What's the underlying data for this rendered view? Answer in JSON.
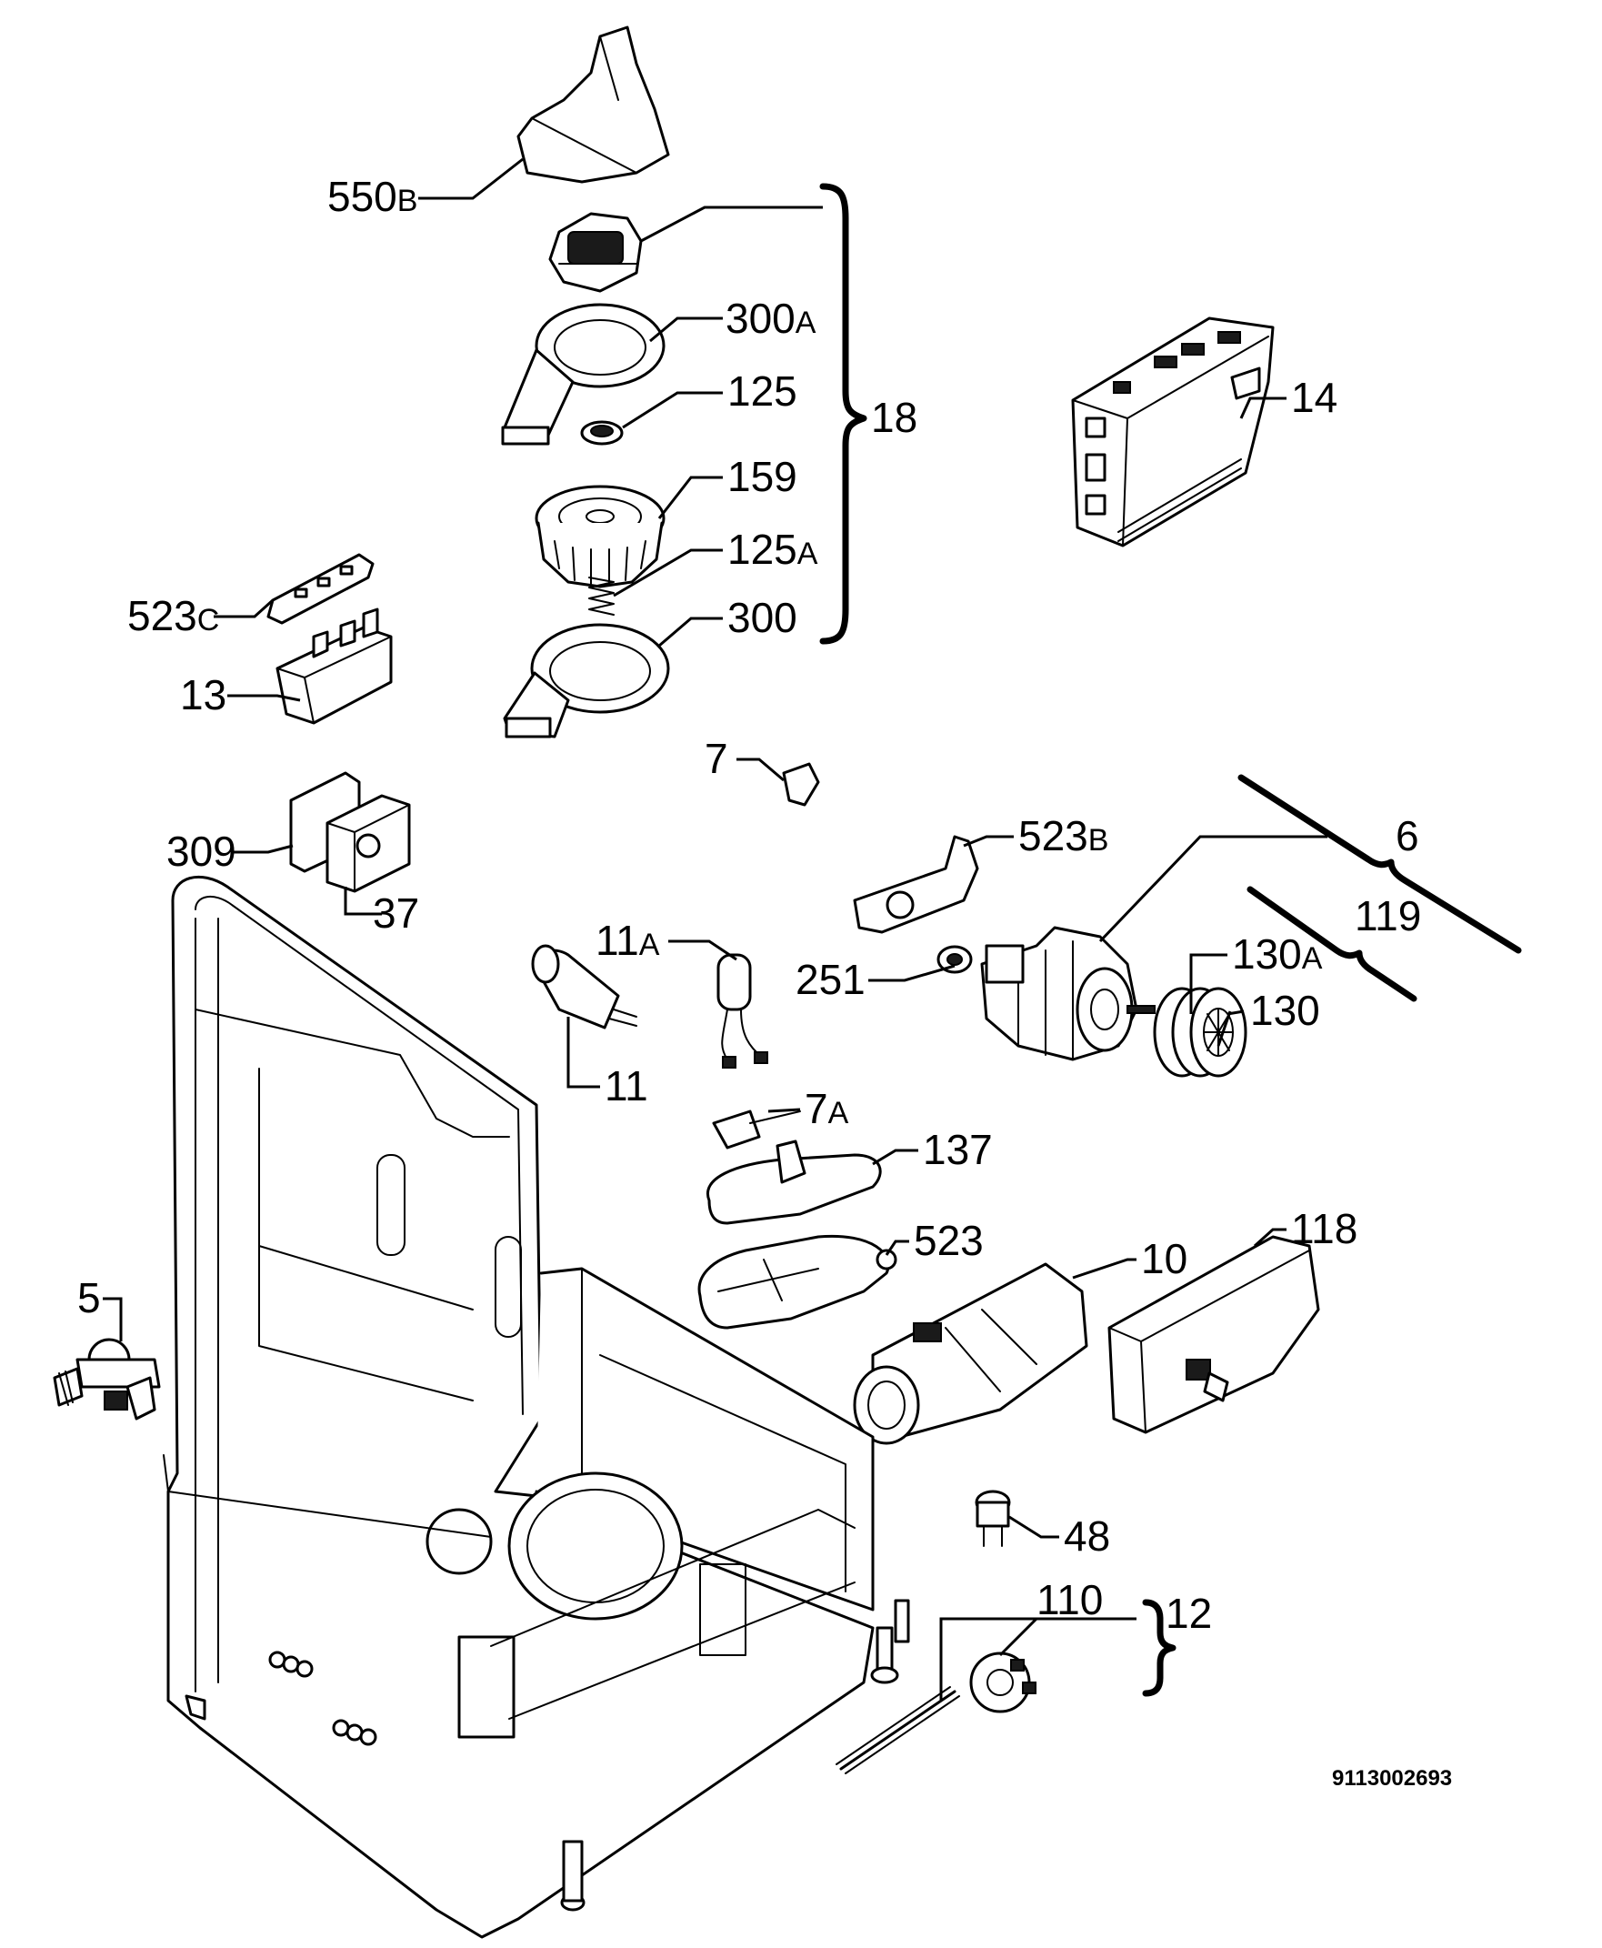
{
  "labels": {
    "l550b": {
      "num": "550",
      "suffix": "B"
    },
    "l18": {
      "num": "18",
      "suffix": ""
    },
    "l300a": {
      "num": "300",
      "suffix": "A"
    },
    "l125": {
      "num": "125",
      "suffix": ""
    },
    "l159": {
      "num": "159",
      "suffix": ""
    },
    "l125a": {
      "num": "125",
      "suffix": "A"
    },
    "l300": {
      "num": "300",
      "suffix": ""
    },
    "l14": {
      "num": "14",
      "suffix": ""
    },
    "l523c": {
      "num": "523",
      "suffix": "C"
    },
    "l13": {
      "num": "13",
      "suffix": ""
    },
    "l7": {
      "num": "7",
      "suffix": ""
    },
    "l309": {
      "num": "309",
      "suffix": ""
    },
    "l37": {
      "num": "37",
      "suffix": ""
    },
    "l523b": {
      "num": "523",
      "suffix": "B"
    },
    "l6": {
      "num": "6",
      "suffix": ""
    },
    "l119": {
      "num": "119",
      "suffix": ""
    },
    "l11a": {
      "num": "11",
      "suffix": "A"
    },
    "l251": {
      "num": "251",
      "suffix": ""
    },
    "l130a": {
      "num": "130",
      "suffix": "A"
    },
    "l130": {
      "num": "130",
      "suffix": ""
    },
    "l11": {
      "num": "11",
      "suffix": ""
    },
    "l7a": {
      "num": "7",
      "suffix": "A"
    },
    "l137": {
      "num": "137",
      "suffix": ""
    },
    "l523": {
      "num": "523",
      "suffix": ""
    },
    "l118": {
      "num": "118",
      "suffix": ""
    },
    "l10": {
      "num": "10",
      "suffix": ""
    },
    "l5": {
      "num": "5",
      "suffix": ""
    },
    "l48": {
      "num": "48",
      "suffix": ""
    },
    "l110": {
      "num": "110",
      "suffix": ""
    },
    "l12": {
      "num": "12",
      "suffix": ""
    }
  },
  "document_number": "9113002693"
}
